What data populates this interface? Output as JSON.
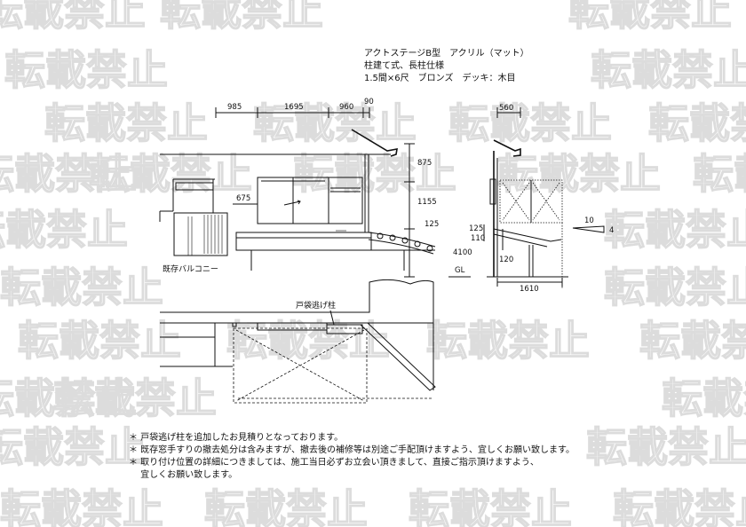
{
  "header": {
    "spec_line1": "アクトステージB型　アクリル（マット）",
    "spec_line2": "柱建て式、長柱仕様",
    "spec_line3": "1.5間×6尺　ブロンズ　デッキ：木目"
  },
  "watermark": {
    "text": "転載禁止"
  },
  "dimensions": {
    "d985": "985",
    "d1695": "1695",
    "d960": "960",
    "d90": "90",
    "d875": "875",
    "d1155": "1155",
    "d675": "675",
    "d125": "125",
    "d4100": "4100",
    "gl": "GL",
    "d560": "560",
    "d125b": "125",
    "d110": "110",
    "d120": "120",
    "d1610": "1610",
    "slope_10": "10",
    "slope_4": "4"
  },
  "labels": {
    "existing_balcony": "既存バルコニー",
    "door_pocket_post": "戸袋逃げ柱"
  },
  "notes": [
    "＊ 戸袋逃げ柱を追加したお見積りとなっております。",
    "＊ 既存窓手すりの撤去処分は含みますが、撤去後の補修等は別途ご手配頂けますよう、宜しくお願い致します。",
    "＊ 取り付け位置の詳細につきましては、施工当日必ずお立会い頂きまして、直接ご指示頂けますよう、",
    "　 宜しくお願い致します。"
  ]
}
